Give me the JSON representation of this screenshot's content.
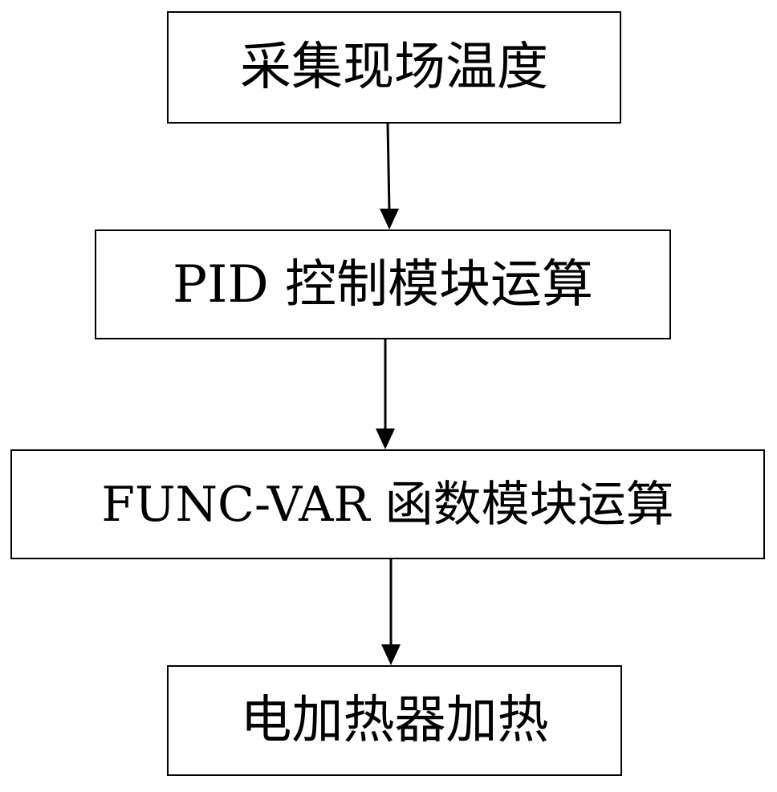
{
  "flowchart": {
    "steps": [
      {
        "label": "采集现场温度"
      },
      {
        "label": "PID 控制模块运算"
      },
      {
        "label": "FUNC-VAR 函数模块运算"
      },
      {
        "label": "电加热器加热"
      }
    ]
  },
  "colors": {
    "line": "#000000",
    "box_fill": "#ffffff",
    "background": "#ffffff"
  }
}
